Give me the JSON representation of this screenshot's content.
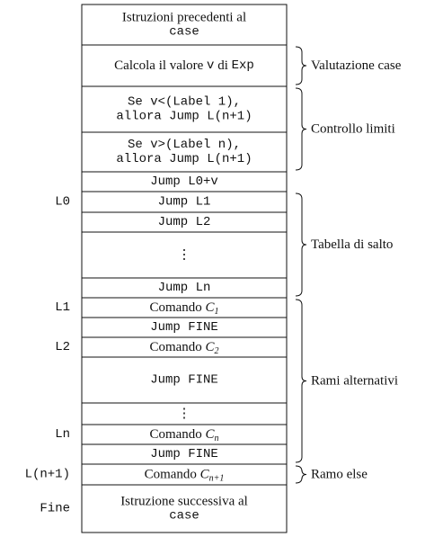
{
  "rows": [
    {
      "lines": [
        {
          "font": "serif",
          "text": "Istruzioni precedenti al"
        },
        {
          "font": "mono",
          "text": "case"
        }
      ]
    },
    {
      "segments": [
        {
          "font": "serif",
          "text": "Calcola il valore "
        },
        {
          "font": "mono",
          "text": "v"
        },
        {
          "font": "serif",
          "text": " di "
        },
        {
          "font": "mono",
          "text": "Exp"
        }
      ]
    },
    {
      "lines": [
        {
          "font": "mono",
          "text": "Se v<(Label 1),"
        },
        {
          "font": "mono",
          "text": "allora Jump L(n+1)"
        }
      ]
    },
    {
      "lines": [
        {
          "font": "mono",
          "text": "Se v>(Label n),"
        },
        {
          "font": "mono",
          "text": "allora Jump L(n+1)"
        }
      ]
    },
    {
      "text": "Jump L0+v",
      "font": "mono"
    },
    {
      "text": "Jump L1",
      "font": "mono"
    },
    {
      "text": "Jump L2",
      "font": "mono"
    },
    {
      "text": "⋮",
      "font": "serif"
    },
    {
      "text": "Jump Ln",
      "font": "mono"
    },
    {
      "command": "Comando",
      "var": "C",
      "sub": "1"
    },
    {
      "text": "Jump FINE",
      "font": "mono"
    },
    {
      "command": "Comando",
      "var": "C",
      "sub": "2"
    },
    {
      "text": "Jump FINE",
      "font": "mono"
    },
    {
      "text": "⋮",
      "font": "serif"
    },
    {
      "command": "Comando",
      "var": "C",
      "sub": "n"
    },
    {
      "text": "Jump FINE",
      "font": "mono"
    },
    {
      "command": "Comando",
      "var": "C",
      "sub": "n+1"
    },
    {
      "lines": [
        {
          "font": "serif",
          "text": "Istruzione successiva al"
        },
        {
          "font": "mono",
          "text": "case"
        }
      ]
    }
  ],
  "left_labels": [
    {
      "row": 5,
      "text": "L0"
    },
    {
      "row": 9,
      "text": "L1"
    },
    {
      "row": 11,
      "text": "L2"
    },
    {
      "row": 14,
      "text": "Ln"
    },
    {
      "row": 16,
      "text": "L(n+1)"
    },
    {
      "row": 17,
      "text": "Fine"
    }
  ],
  "groups": [
    {
      "from": 1,
      "to": 1,
      "label": "Valutazione case"
    },
    {
      "from": 2,
      "to": 3,
      "label": "Controllo limiti"
    },
    {
      "from": 5,
      "to": 8,
      "label": "Tabella di salto"
    },
    {
      "from": 9,
      "to": 15,
      "label": "Rami alternativi"
    },
    {
      "from": 16,
      "to": 16,
      "label": "Ramo else"
    }
  ]
}
